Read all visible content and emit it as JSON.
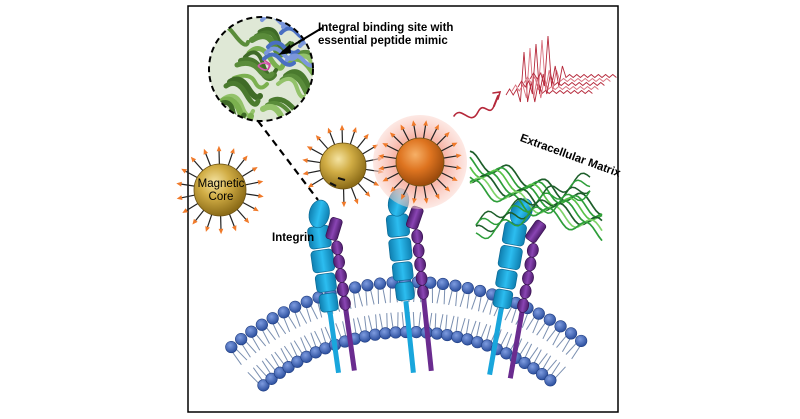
{
  "labels": {
    "zoom_caption": "Integral binding site with essential peptide mimic",
    "extracellular_matrix": "Extracellular Matrix",
    "magnetic_core": "Magnetic Core",
    "integrin": "Integrin"
  },
  "colors": {
    "frame": "#000000",
    "membrane_head": "#3b63b8",
    "membrane_tail": "#7a8fb0",
    "integrin_alpha": "#19a6dc",
    "integrin_beta": "#6a2c8f",
    "gold_particle": "#c9a43a",
    "orange_particle": "#e07b22",
    "glow": "#f3a99c",
    "spike_tip": "#f07a2a",
    "ecm_green": "#2e9e3a",
    "ecm_dark": "#1d5e2a",
    "signal_red": "#b5283a"
  },
  "icons": [
    "magnetic-nanoparticle",
    "integrin-receptor",
    "lipid-bilayer",
    "protein-zoom",
    "heat-wave"
  ]
}
